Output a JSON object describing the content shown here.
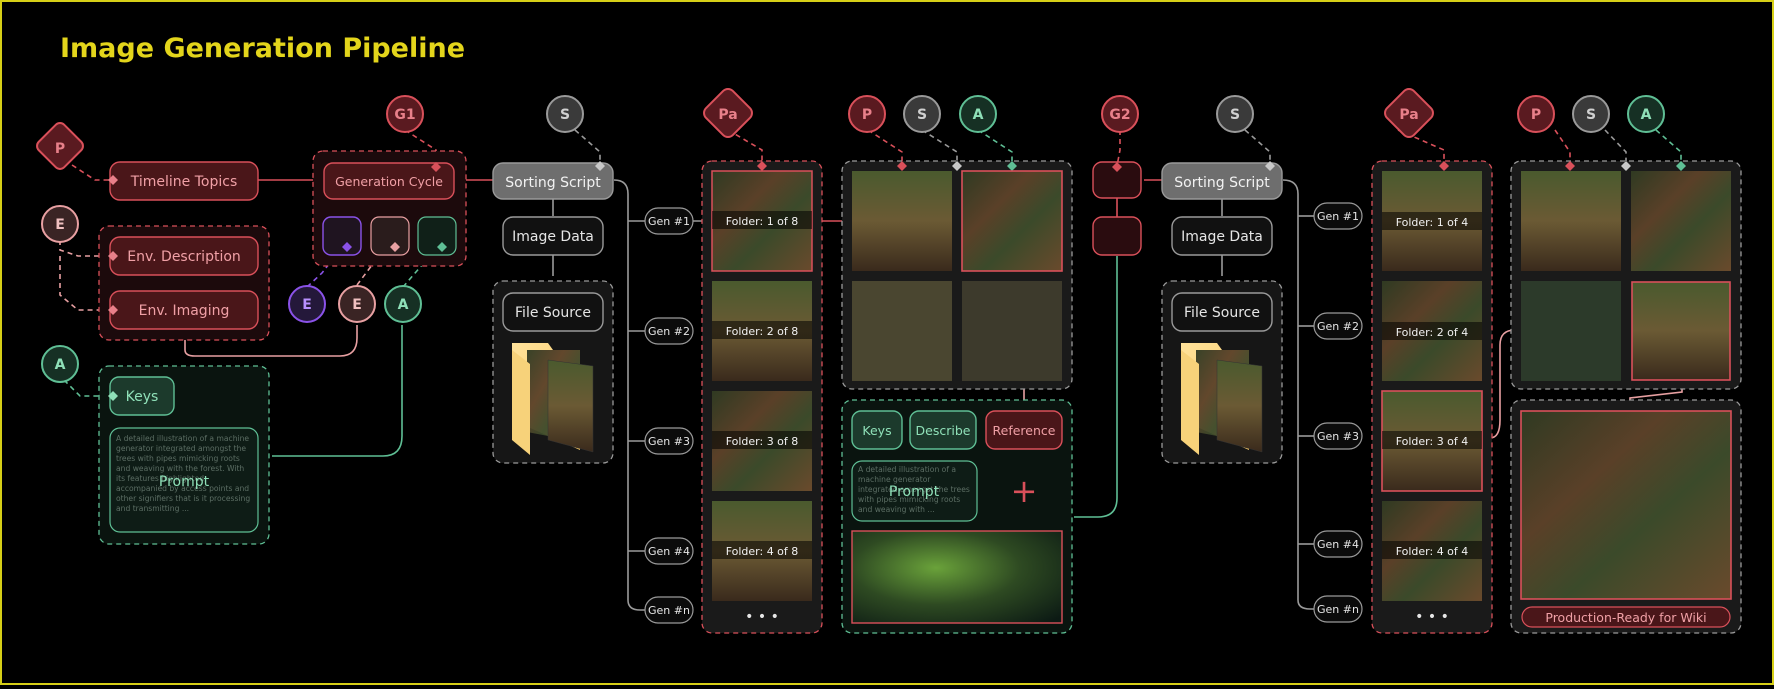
{
  "title": "Image Generation Pipeline",
  "colors": {
    "accent_title": "#e3d51b",
    "red": "#d9505a",
    "red_fill": "#3a1216",
    "green": "#5fbf95",
    "purple": "#8a52e8",
    "pink": "#e8a0a2",
    "grey": "#9a9a9a"
  },
  "badges": {
    "p": "P",
    "e": "E",
    "a": "A",
    "g1": "G1",
    "g2": "G2",
    "s": "S",
    "pa": "Pa"
  },
  "left": {
    "timeline_topics": "Timeline Topics",
    "generation_cycle": "Generation Cycle",
    "env_description": "Env. Description",
    "env_imaging": "Env. Imaging",
    "keys": "Keys",
    "prompt_label": "Prompt",
    "prompt_text": "A detailed illustration of a machine generator integrated amongst the trees with pipes mimicking roots and weaving with the forest. With its features highlighted, accompanied by access points and other signifiers that is it processing and transmitting ..."
  },
  "sorting": {
    "script": "Sorting Script",
    "image_data": "Image Data",
    "file_source": "File Source"
  },
  "gens": [
    "Gen #1",
    "Gen #2",
    "Gen #3",
    "Gen #4",
    "Gen #n"
  ],
  "folders_8": [
    "Folder: 1 of 8",
    "Folder: 2 of 8",
    "Folder: 3 of 8",
    "Folder: 4 of 8"
  ],
  "folders_4": [
    "Folder: 1 of 4",
    "Folder: 2 of 4",
    "Folder: 3 of 4",
    "Folder: 4 of 4"
  ],
  "more": "• • •",
  "mid": {
    "keys": "Keys",
    "describe": "Describe",
    "reference": "Reference",
    "prompt_label": "Prompt",
    "prompt_text": "A detailed illustration of a machine generator integrated amongst the trees with pipes mimicking roots and weaving with ...",
    "plus": "+"
  },
  "final": {
    "label": "Production-Ready for Wiki"
  }
}
